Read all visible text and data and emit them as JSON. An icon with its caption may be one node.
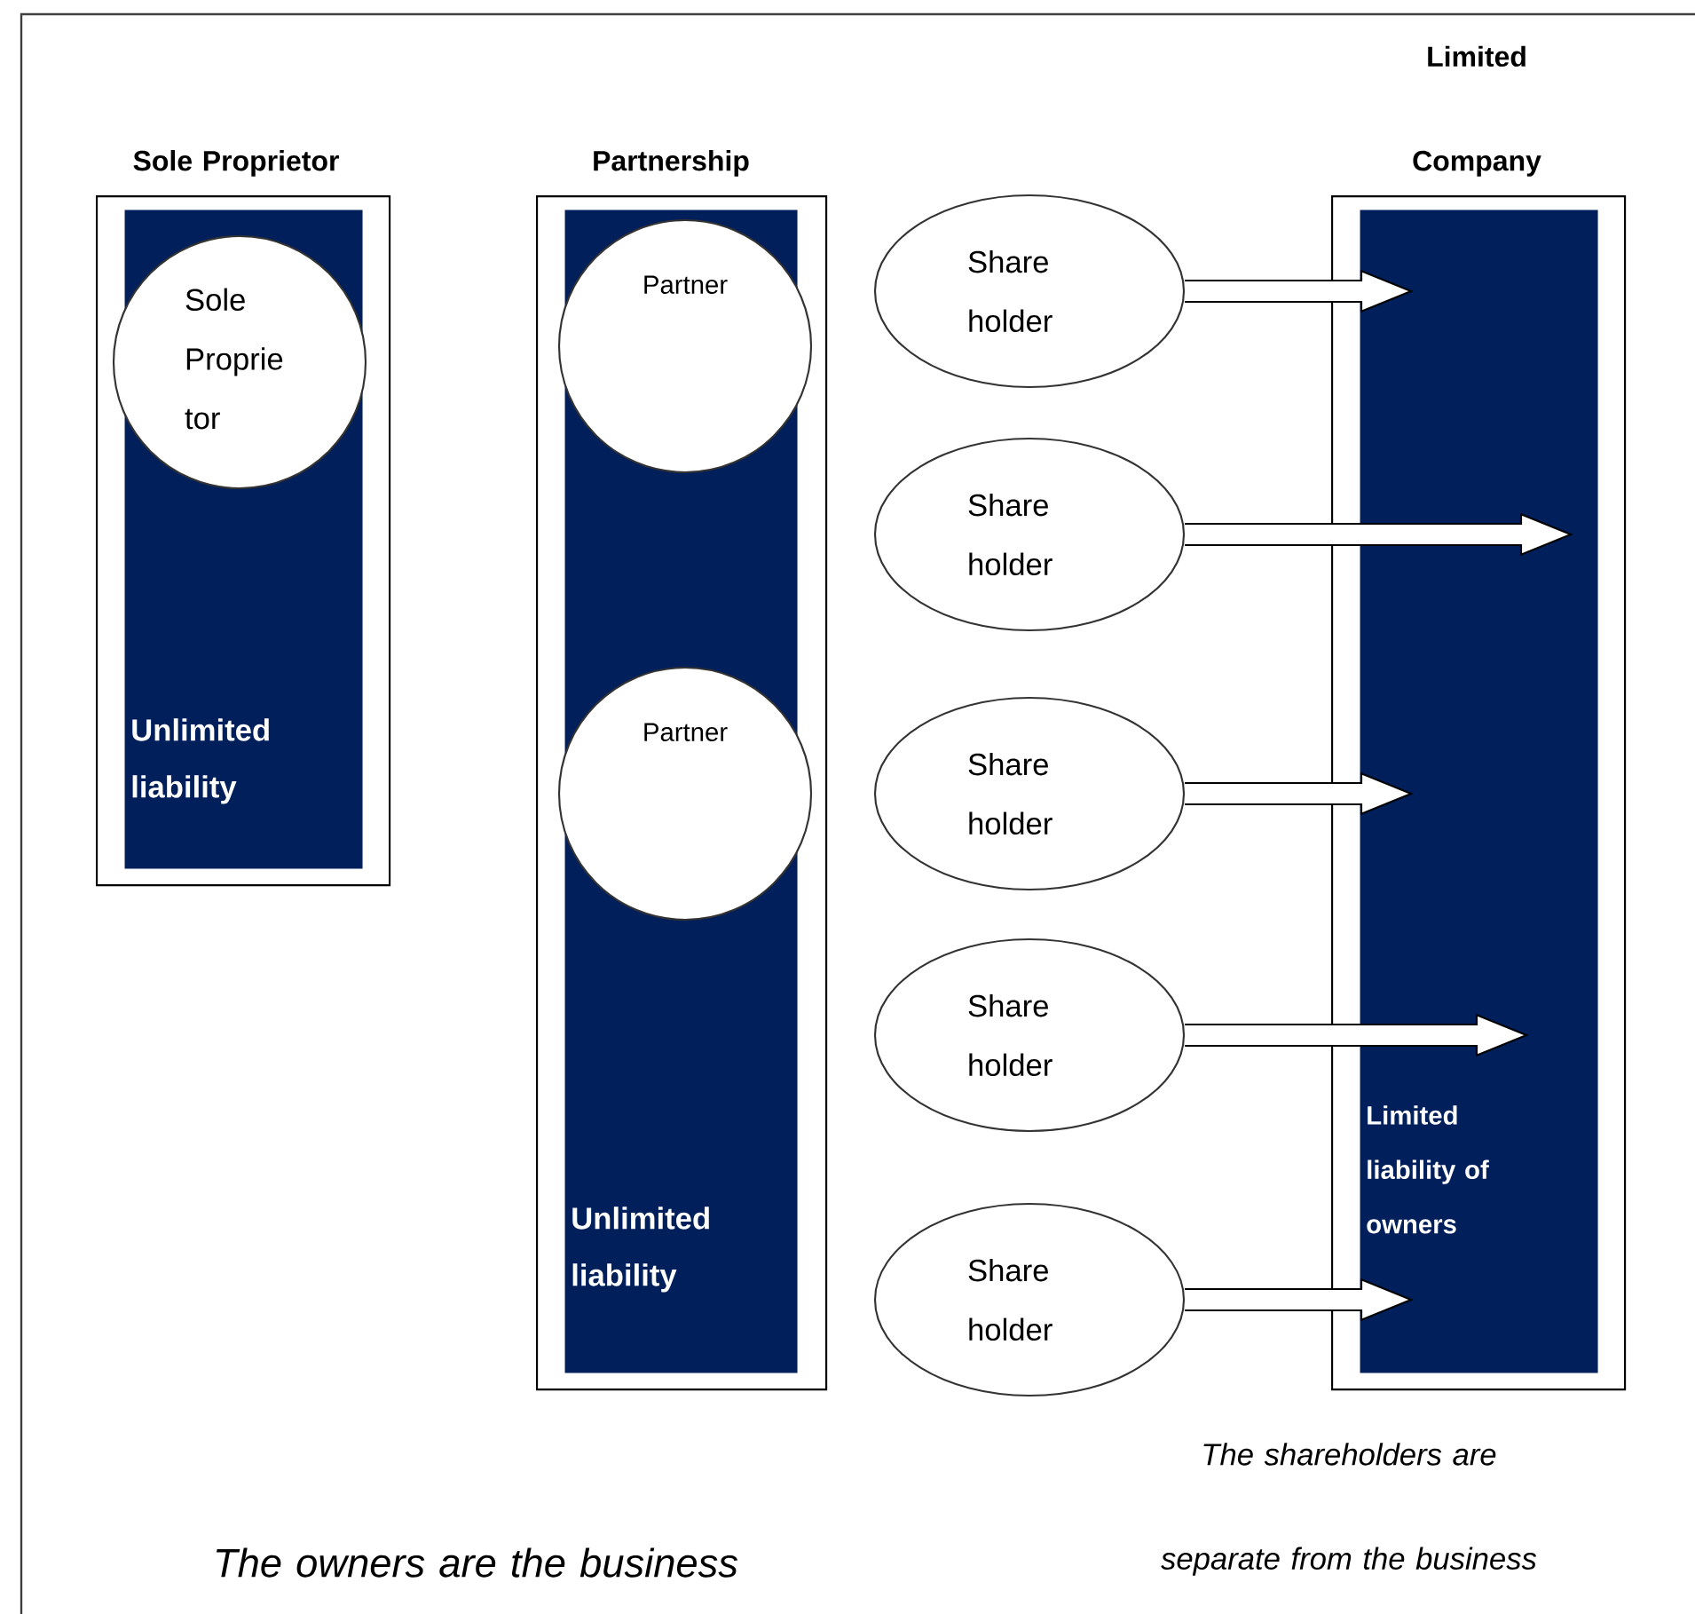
{
  "diagram": {
    "nodes": [
      {
        "text": [
          "Sole Proprietor"
        ]
      },
      {
        "text": [
          "Unlimited liability"
        ],
        "in": 0
      },
      {
        "text": [
          "Sole Proprie tor"
        ],
        "in": 1
      },
      {
        "text": [
          "Partnership"
        ]
      },
      {
        "text": [
          "Unlimited liability"
        ],
        "in": 3
      },
      {
        "text": [
          "Partner"
        ],
        "in": 4
      },
      {
        "text": [
          "Partner"
        ],
        "in": 4
      },
      {
        "text": [
          "Share holder"
        ]
      },
      {
        "text": [
          "Share holder"
        ]
      },
      {
        "text": [
          "Share holder"
        ]
      },
      {
        "text": [
          "Share holder"
        ]
      },
      {
        "text": [
          "Share holder"
        ]
      },
      {
        "text": [
          "Limited Company"
        ]
      },
      {
        "text": [
          "Limited liability of owners"
        ],
        "in": 12
      }
    ],
    "edges": [
      {
        "from": 7,
        "to": 13,
        "arrow": "to"
      },
      {
        "from": 8,
        "to": 13,
        "arrow": "to"
      },
      {
        "from": 9,
        "to": 13,
        "arrow": "to"
      },
      {
        "from": 10,
        "to": 13,
        "arrow": "to"
      },
      {
        "from": 11,
        "to": 13,
        "arrow": "to"
      }
    ],
    "labels": [
      "The shareholders are separate from the business",
      "The owners are the business"
    ]
  }
}
